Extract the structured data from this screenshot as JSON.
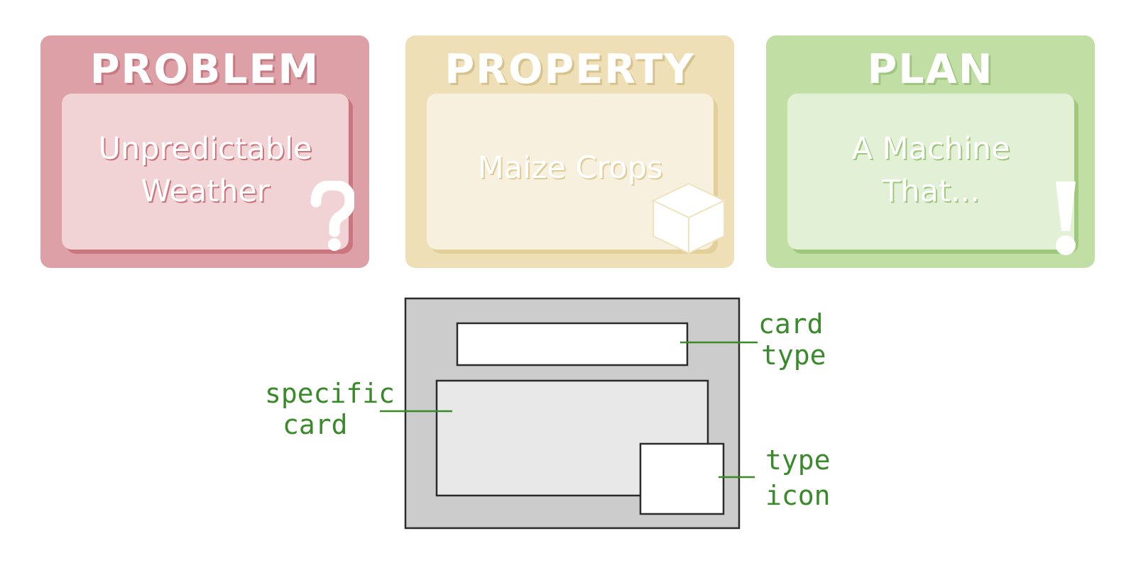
{
  "cards": [
    {
      "title": "PROBLEM",
      "lines": [
        "Unpredictable",
        "Weather"
      ],
      "icon": "question-mark-icon"
    },
    {
      "title": "PROPERTY",
      "lines": [
        "Maize Crops"
      ],
      "icon": "cube-icon"
    },
    {
      "title": "PLAN",
      "lines": [
        "A Machine",
        "That..."
      ],
      "icon": "exclamation-mark-icon"
    }
  ],
  "diagram": {
    "labels": {
      "card_type": [
        "card",
        "type"
      ],
      "specific_card": [
        "specific",
        "card"
      ],
      "type_icon": [
        "type",
        "icon"
      ]
    }
  },
  "colors": {
    "problem": "#dca0a6",
    "property": "#eedfb7",
    "plan": "#c1dea4",
    "annotation": "#3a8a2c",
    "diagram_frame": "#cccccc"
  }
}
